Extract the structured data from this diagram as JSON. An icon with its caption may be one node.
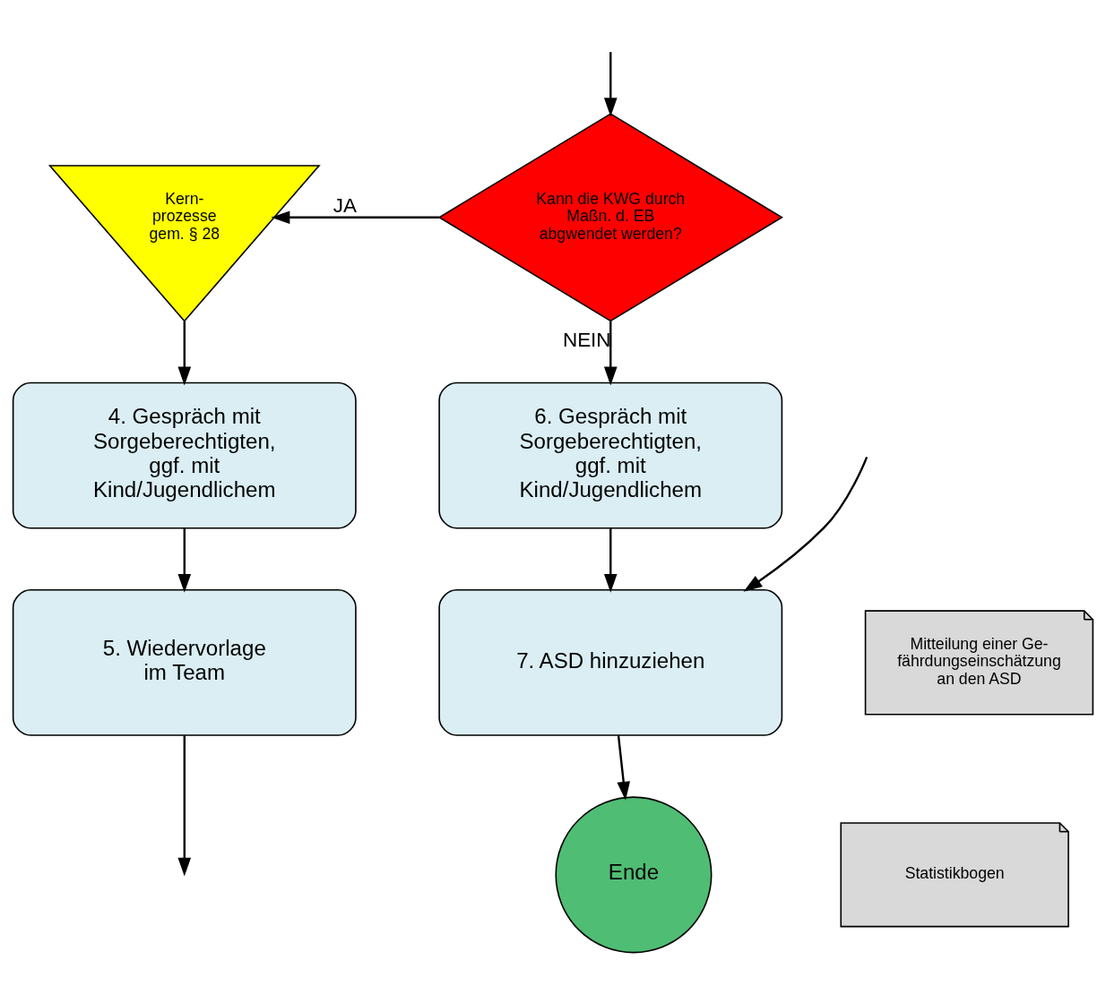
{
  "diagram": {
    "nodes": [
      {
        "text": [
          "Kern- prozesse gem. § 28"
        ]
      },
      {
        "text": [
          "Kann die KWG durch Maßn. d. EB abgwendet werden?"
        ]
      },
      {
        "text": [
          "4. Gespräch mit Sorgeberechtigten, ggf. mit Kind/Jugendlichem"
        ]
      },
      {
        "text": [
          "6. Gespräch mit Sorgeberechtigten, ggf. mit Kind/Jugendlichem"
        ]
      },
      {
        "text": [
          "5. Wiedervorlage im Team"
        ]
      },
      {
        "text": [
          "7. ASD hinzuziehen"
        ]
      },
      {
        "text": [
          "Ende"
        ]
      },
      {
        "text": [
          "Mitteilung einer Ge- fährdungseinschätzung an den ASD"
        ]
      },
      {
        "text": [
          "Statistikbogen"
        ]
      }
    ],
    "edges": [
      {
        "from": null,
        "to": 1,
        "arrow": "to"
      },
      {
        "from": 1,
        "to": 0,
        "arrow": "to",
        "label": "JA"
      },
      {
        "from": 1,
        "to": 3,
        "arrow": "to",
        "label": "NEIN"
      },
      {
        "from": 0,
        "to": 2,
        "arrow": "to"
      },
      {
        "from": 2,
        "to": 4,
        "arrow": "to"
      },
      {
        "from": 3,
        "to": 5,
        "arrow": "to"
      },
      {
        "from": 5,
        "to": 6,
        "arrow": "to"
      },
      {
        "from": 4,
        "to": null,
        "arrow": "to"
      },
      {
        "from": null,
        "to": 5,
        "arrow": "to"
      }
    ]
  }
}
